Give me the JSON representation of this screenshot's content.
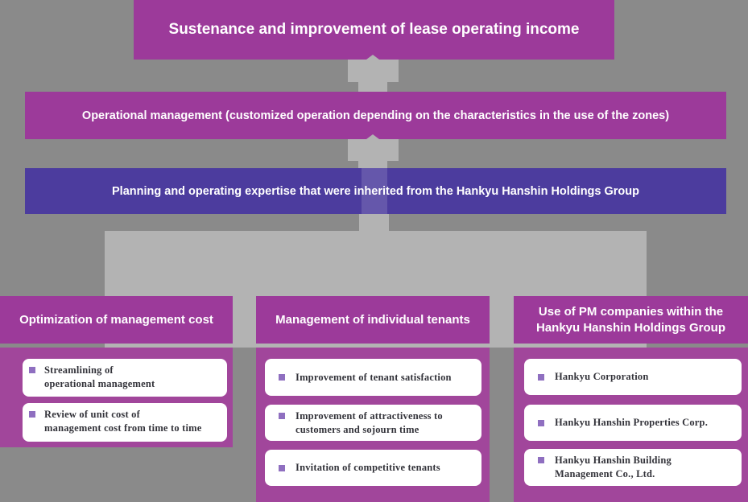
{
  "colors": {
    "background": "#8a8a8a",
    "magenta_box": "#9c3a9a",
    "column_body_magenta": "#a1469b",
    "indigo_box": "#4c3c9e",
    "connector_gray": "#b3b3b3",
    "item_card": "#ffffff",
    "item_text": "#33333a",
    "bullet_purple": "#8f6fc0"
  },
  "flow": {
    "top_box": "Sustenance and improvement of lease operating income",
    "middle_box": "Operational management (customized operation depending on the characteristics in the use of the zones)",
    "foundation_box": "Planning and operating expertise that were inherited from the Hankyu Hanshin Holdings Group"
  },
  "columns": [
    {
      "header": "Optimization of management cost",
      "items": [
        "Streamlining of\noperational management",
        "Review of unit cost of\nmanagement cost from time to time"
      ]
    },
    {
      "header": "Management of individual tenants",
      "items": [
        "Improvement of tenant satisfaction",
        "Improvement of attractiveness to\ncustomers and sojourn time",
        "Invitation of competitive tenants"
      ]
    },
    {
      "header": "Use of PM companies within the\nHankyu Hanshin Holdings Group",
      "items": [
        "Hankyu Corporation",
        "Hankyu Hanshin Properties Corp.",
        "Hankyu Hanshin Building\nManagement Co., Ltd."
      ]
    }
  ]
}
